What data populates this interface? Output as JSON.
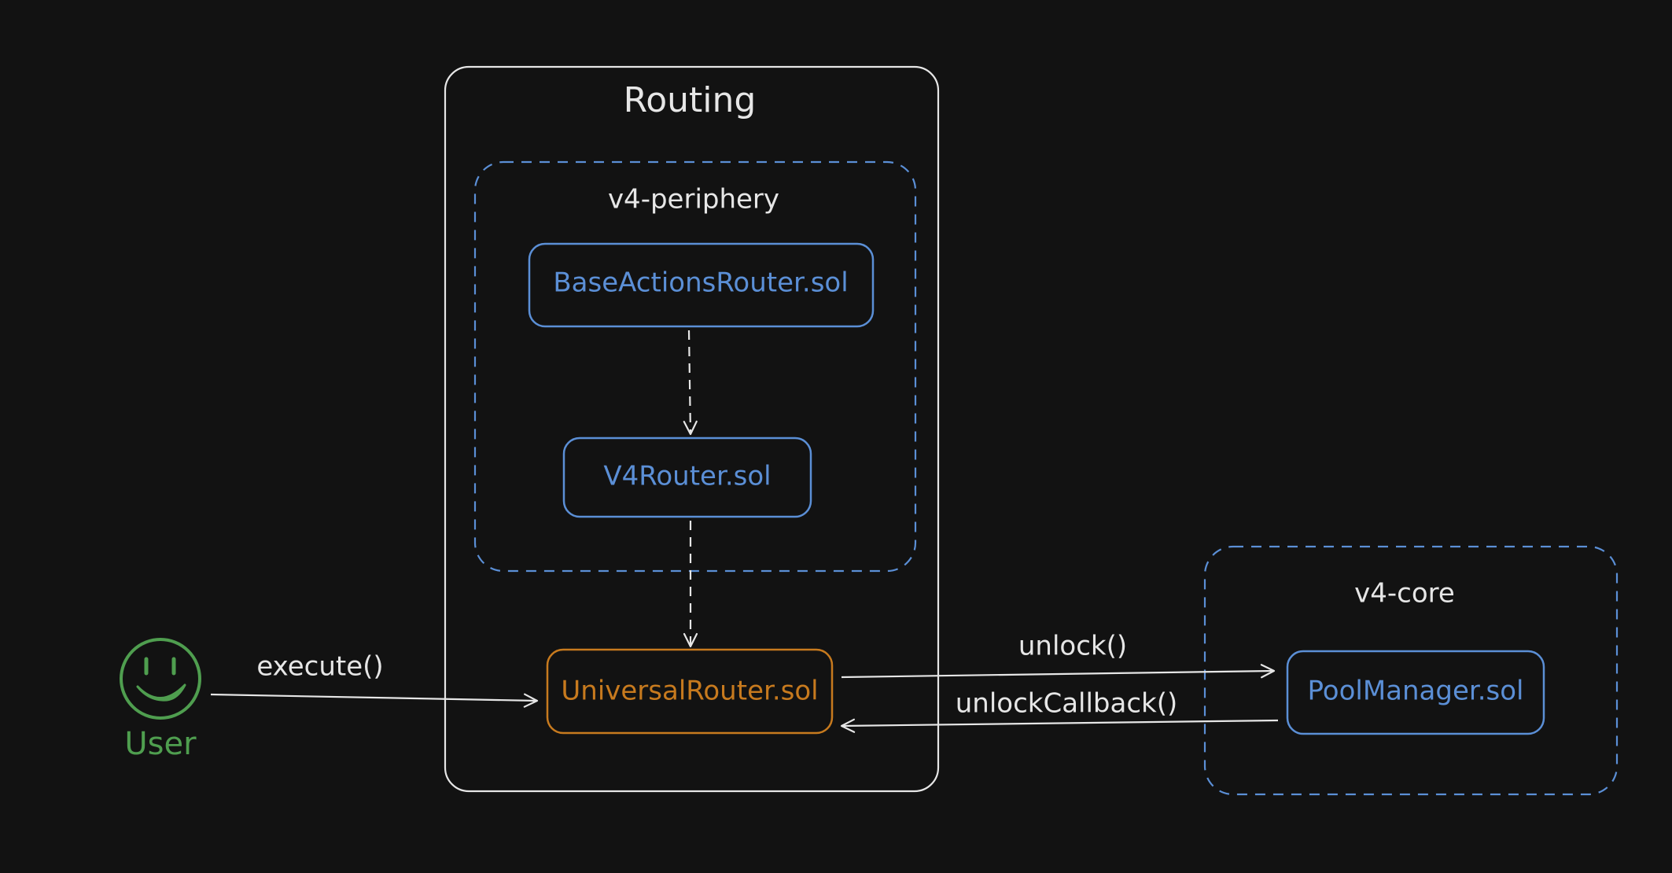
{
  "colors": {
    "background": "#121212",
    "foreground": "#e6e6e6",
    "blue": "#5b8fd6",
    "orange": "#c77a1e",
    "green": "#4f9e4f"
  },
  "groups": {
    "routing": {
      "label": "Routing"
    },
    "periphery": {
      "label": "v4-periphery"
    },
    "core": {
      "label": "v4-core"
    }
  },
  "nodes": {
    "base_actions_router": {
      "label": "BaseActionsRouter.sol"
    },
    "v4_router": {
      "label": "V4Router.sol"
    },
    "universal_router": {
      "label": "UniversalRouter.sol"
    },
    "pool_manager": {
      "label": "PoolManager.sol"
    },
    "user": {
      "label": "User",
      "icon": "smiley-face-icon"
    }
  },
  "edges": {
    "execute": {
      "label": "execute()"
    },
    "unlock": {
      "label": "unlock()"
    },
    "unlock_callback": {
      "label": "unlockCallback()"
    }
  }
}
